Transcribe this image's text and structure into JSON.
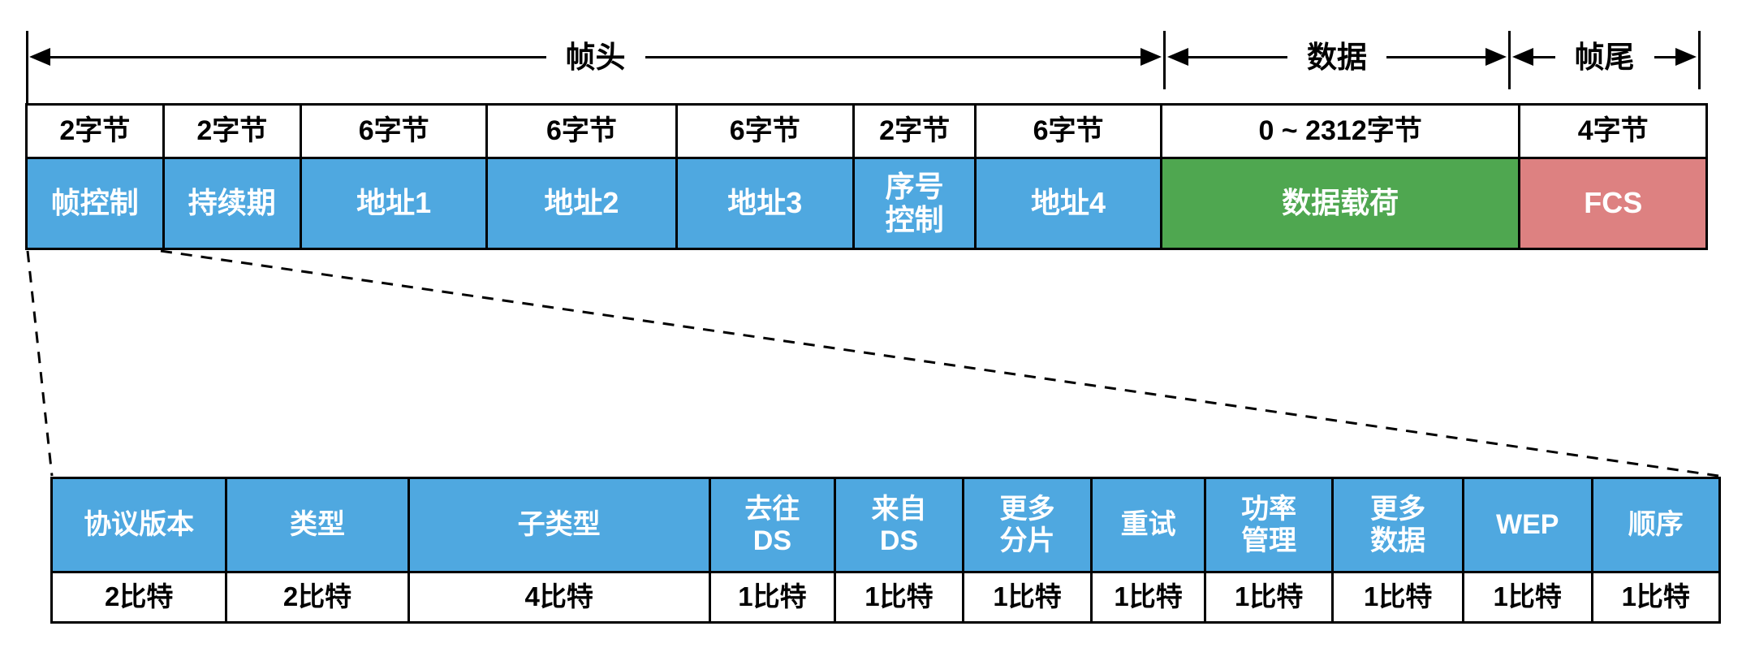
{
  "colors": {
    "blue": "#4FA8E0",
    "green": "#4FA750",
    "red": "#DD8181",
    "line": "#000000"
  },
  "top_spans": {
    "header": "帧头",
    "data": "数据",
    "trailer": "帧尾"
  },
  "frame_table": {
    "columns": [
      {
        "size": "2字节",
        "label": "帧控制",
        "color": "blue"
      },
      {
        "size": "2字节",
        "label": "持续期",
        "color": "blue"
      },
      {
        "size": "6字节",
        "label": "地址1",
        "color": "blue"
      },
      {
        "size": "6字节",
        "label": "地址2",
        "color": "blue"
      },
      {
        "size": "6字节",
        "label": "地址3",
        "color": "blue"
      },
      {
        "size": "2字节",
        "label": "序号\n控制",
        "color": "blue"
      },
      {
        "size": "6字节",
        "label": "地址4",
        "color": "blue"
      },
      {
        "size": "0 ~ 2312字节",
        "label": "数据载荷",
        "color": "green"
      },
      {
        "size": "4字节",
        "label": "FCS",
        "color": "red"
      }
    ]
  },
  "control_table": {
    "columns": [
      {
        "label": "协议版本",
        "size": "2比特"
      },
      {
        "label": "类型",
        "size": "2比特"
      },
      {
        "label": "子类型",
        "size": "4比特"
      },
      {
        "label": "去往\nDS",
        "size": "1比特"
      },
      {
        "label": "来自\nDS",
        "size": "1比特"
      },
      {
        "label": "更多\n分片",
        "size": "1比特"
      },
      {
        "label": "重试",
        "size": "1比特"
      },
      {
        "label": "功率\n管理",
        "size": "1比特"
      },
      {
        "label": "更多\n数据",
        "size": "1比特"
      },
      {
        "label": "WEP",
        "size": "1比特"
      },
      {
        "label": "顺序",
        "size": "1比特"
      }
    ]
  }
}
